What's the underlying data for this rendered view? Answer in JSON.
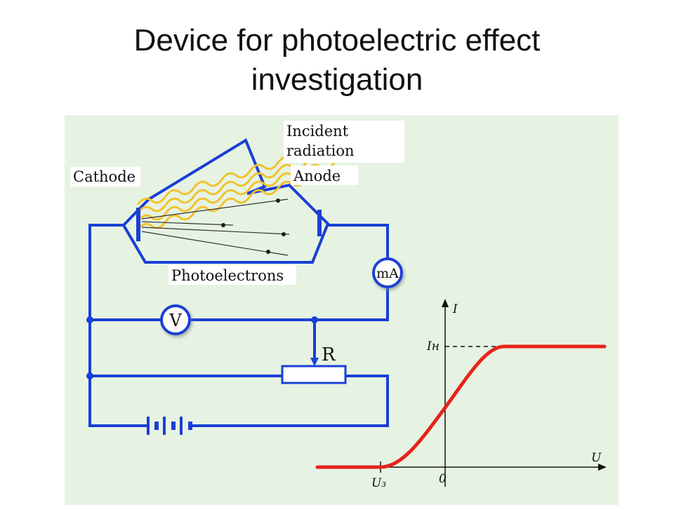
{
  "title": {
    "line1": "Device for photoelectric effect",
    "line2": "investigation"
  },
  "colors": {
    "panel_background": "#e6f3e3",
    "wire": "#1a3fd6",
    "electrode": "#1a3fd6",
    "radiation": "#f2c22a",
    "curve": "#e8231b",
    "axis": "#111111",
    "meter_fill": "#ffffff"
  },
  "labels": {
    "incident_line1": "Incident",
    "incident_line2": "radiation",
    "cathode": "Cathode",
    "anode": "Anode",
    "photoelectrons": "Photoelectrons",
    "milliammeter": "mA",
    "voltmeter": "V",
    "resistor": "R"
  },
  "graph": {
    "y_axis_label": "I",
    "x_axis_label": "U",
    "saturation_label": "Iн",
    "stopping_voltage_label": "U₃",
    "origin_label": "0"
  },
  "icons": [
    "battery-icon",
    "resistor-icon",
    "voltmeter-icon",
    "milliammeter-icon",
    "cathode-plate-icon",
    "anode-plate-icon"
  ]
}
